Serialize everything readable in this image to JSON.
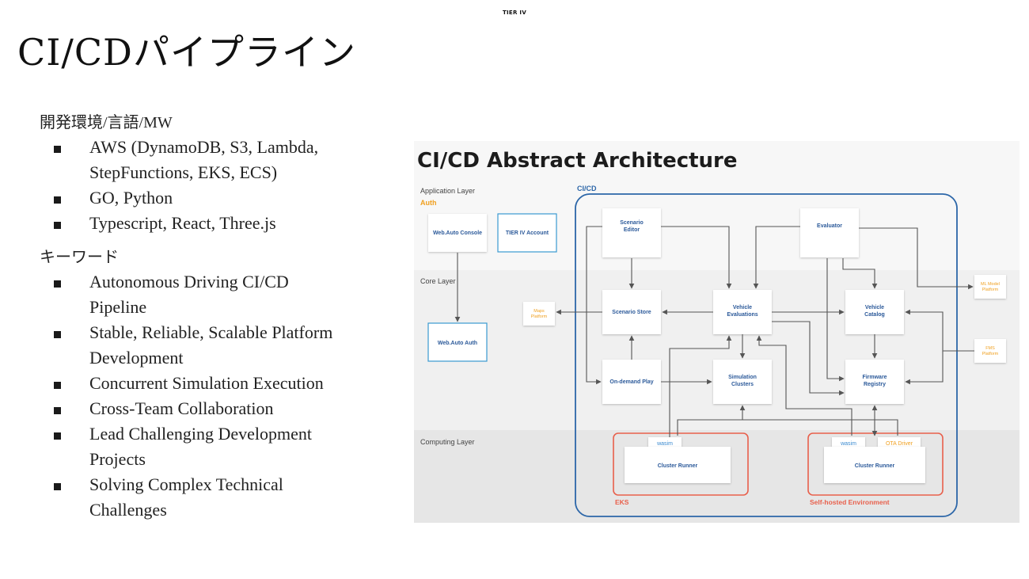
{
  "header": {
    "brand": "TIER IV",
    "title": "CI/CDパイプライン"
  },
  "sections": [
    {
      "heading": "開発環境/言語/MW",
      "items": [
        [
          "AWS (DynamoDB, S3, Lambda,",
          "StepFunctions, EKS, ECS)"
        ],
        [
          "GO, Python"
        ],
        [
          "Typescript, React, Three.js"
        ]
      ]
    },
    {
      "heading": "キーワード",
      "items": [
        [
          "Autonomous Driving CI/CD",
          "Pipeline"
        ],
        [
          "Stable, Reliable, Scalable Platform",
          "Development"
        ],
        [
          "Concurrent Simulation Execution"
        ],
        [
          "Cross-Team Collaboration"
        ],
        [
          "Lead Challenging Development",
          "Projects"
        ],
        [
          "Solving Complex Technical",
          "Challenges"
        ]
      ]
    }
  ],
  "diagram": {
    "title": "CI/CD Abstract Architecture",
    "layers": {
      "application": "Application Layer",
      "core": "Core Layer",
      "computing": "Computing Layer"
    },
    "auth_label": "Auth",
    "cicd_label": "CI/CD",
    "boxes": {
      "web_console": "Web.Auto Console",
      "tier4_account": "TIER IV Account",
      "web_auth": "Web.Auto Auth",
      "scenario_editor": [
        "Scenario",
        "Editor"
      ],
      "evaluator": "Evaluator",
      "scenario_store": "Scenario Store",
      "vehicle_evaluations": [
        "Vehicle",
        "Evaluations"
      ],
      "vehicle_catalog": [
        "Vehicle",
        "Catalog"
      ],
      "ondemand_play": "On-demand Play",
      "simulation_clusters": [
        "Simulation",
        "Clusters"
      ],
      "firmware_registry": [
        "Firmware",
        "Registry"
      ],
      "cluster_runner_eks": "Cluster Runner",
      "cluster_runner_self": "Cluster Runner"
    },
    "external": {
      "maps": [
        "Maps",
        "Platform"
      ],
      "ml_model": [
        "ML Model",
        "Platform"
      ],
      "fms": [
        "FMS",
        "Platform"
      ]
    },
    "tabs": {
      "wasim_eks": "wasim",
      "wasim_self": "wasim",
      "ota": "OTA Driver"
    },
    "envs": {
      "eks": "EKS",
      "self_hosted": "Self-hosted Environment"
    },
    "colors": {
      "cicd_frame": "#2c66a8",
      "env_frame": "#e8604c",
      "auth": "#f0a020",
      "auth_box_border": "#3a9ad0",
      "box_text": "#2c5a9a"
    }
  }
}
